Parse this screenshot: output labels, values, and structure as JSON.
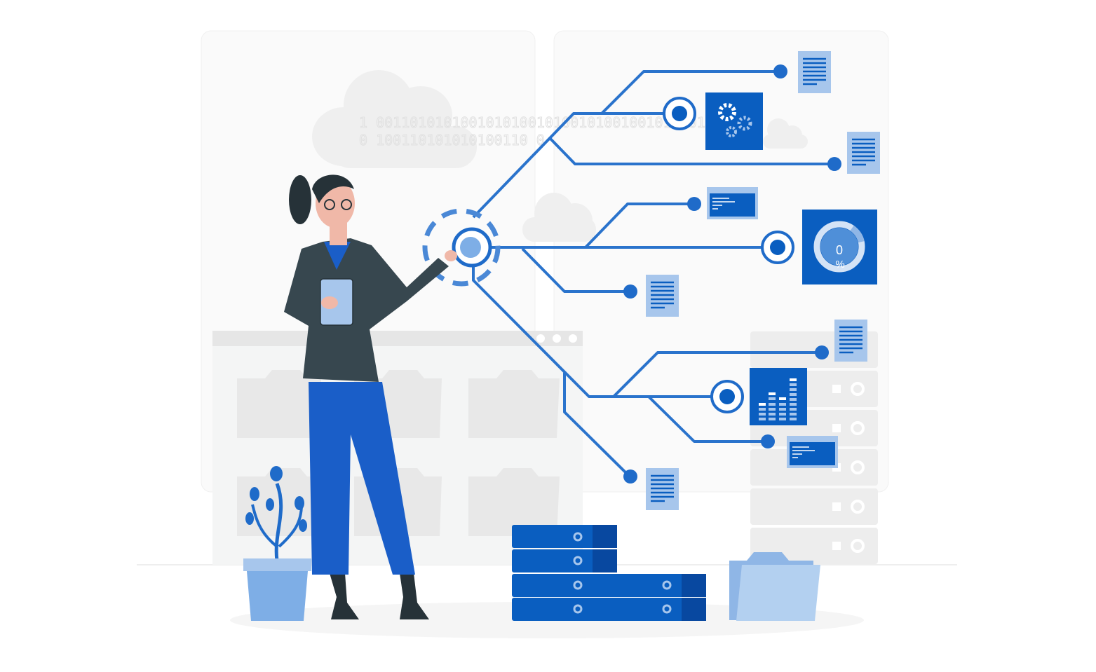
{
  "illustration": {
    "gauge": {
      "value": "0",
      "unit": "%",
      "fill_fraction": 0.12
    },
    "binary_text": {
      "line1": "1 0011010101001010100101001010010010110010 1",
      "line2": "0 100110101010100110 0"
    },
    "colors": {
      "primary": "#0a5ec0",
      "line": "#2a73cc",
      "light_blue": "#a7c6ec",
      "gray_bg": "#f2f2f2",
      "suit": "#37474f",
      "pants": "#1a5ec8"
    }
  }
}
